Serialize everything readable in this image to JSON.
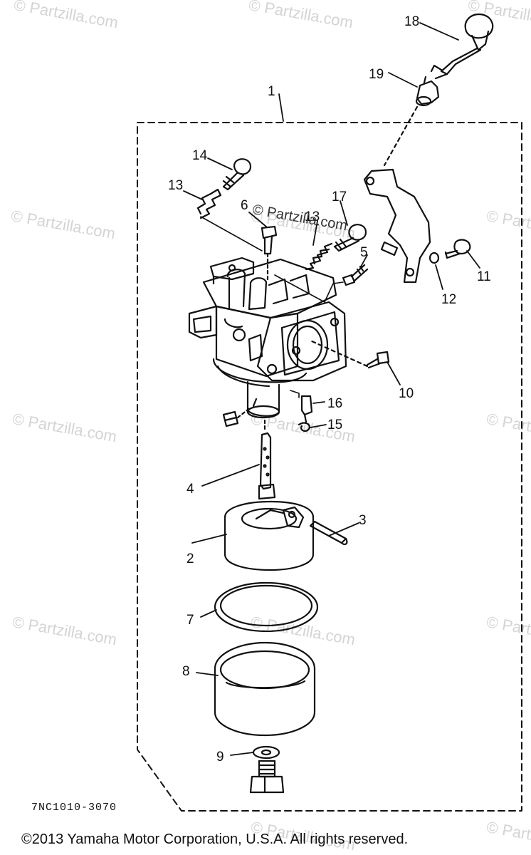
{
  "watermark": "© Partzilla.com",
  "callouts": [
    "1",
    "2",
    "3",
    "4",
    "5",
    "6",
    "7",
    "8",
    "9",
    "10",
    "11",
    "12",
    "13",
    "13",
    "14",
    "15",
    "16",
    "17",
    "18",
    "19"
  ],
  "diagram_code": "7NC1010-3070",
  "copyright": "©2013  Yamaha Motor Corporation, U.S.A. All rights reserved."
}
